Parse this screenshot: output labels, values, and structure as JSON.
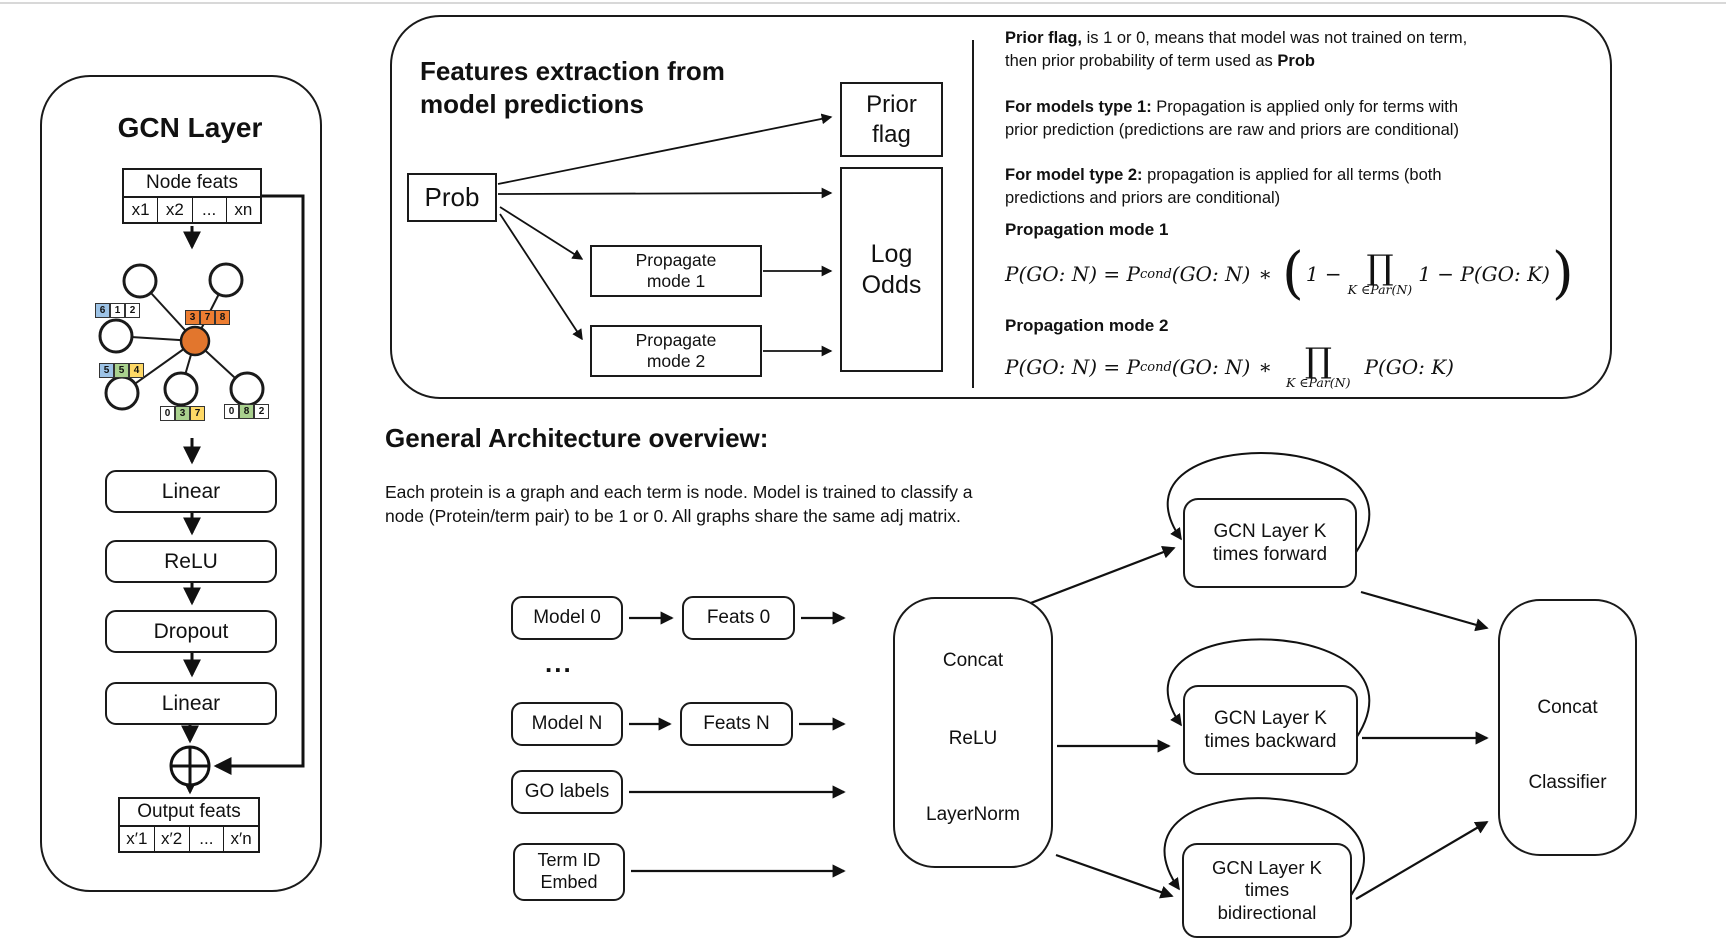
{
  "colors": {
    "blue": "#9DC3E6",
    "green": "#A9D18E",
    "yellow": "#FFD966",
    "orange": "#ED7D31",
    "white": "#FFFFFF"
  },
  "gcn": {
    "title": "GCN Layer",
    "node_feats": {
      "title": "Node feats",
      "cells": [
        "x1",
        "x2",
        "...",
        "xn"
      ]
    },
    "vectors": [
      [
        "6",
        "1",
        "2"
      ],
      [
        "3",
        "7",
        "8"
      ],
      [
        "5",
        "5",
        "4"
      ],
      [
        "0",
        "3",
        "7"
      ],
      [
        "0",
        "8",
        "2"
      ]
    ],
    "blocks": [
      "Linear",
      "ReLU",
      "Dropout",
      "Linear"
    ],
    "output_feats": {
      "title": "Output feats",
      "cells": [
        "x′1",
        "x′2",
        "...",
        "x′n"
      ]
    }
  },
  "features_panel": {
    "title_l1": "Features extraction from",
    "title_l2": "model predictions",
    "prob": "Prob",
    "prior_flag_l1": "Prior",
    "prior_flag_l2": "flag",
    "log_odds_l1": "Log",
    "log_odds_l2": "Odds",
    "pm1_l1": "Propagate",
    "pm1_l2": "mode 1",
    "pm2_l1": "Propagate",
    "pm2_l2": "mode 2"
  },
  "notes": {
    "n1_b": "Prior flag,",
    "n1": " is 1 or 0, means that model was not trained on term,",
    "n2a": "then prior probability of term used as ",
    "n2_b": "Prob",
    "n3_b": "For models type 1:",
    "n3": " Propagation is applied only for terms with",
    "n4": "prior prediction (predictions are raw and priors are conditional)",
    "n5_b": "For model type 2:",
    "n5": " propagation is applied for all terms (both",
    "n6": "predictions and priors are conditional)",
    "mode1_title": "Propagation mode 1",
    "mode2_title": "Propagation mode 2"
  },
  "formulas": {
    "m1": {
      "lhs": "P(GO: N) = P",
      "sub": "cond",
      "mid": "(GO: N)",
      "star": "∗",
      "open": "(",
      "first": "1 −",
      "prod": "∏",
      "under": "K ∈Par(N)",
      "second": "1 − P(GO: K)",
      "close": ")"
    },
    "m2": {
      "lhs": "P(GO: N) = P",
      "sub": "cond",
      "mid": "(GO: N)",
      "star": "∗",
      "prod": "∏",
      "under": "K ∈Par(N)",
      "tail": "P(GO: K)"
    }
  },
  "architecture": {
    "title": "General Architecture overview:",
    "desc_l1": "Each protein is a graph and each term is node. Model is trained to classify a",
    "desc_l2": "node (Protein/term pair) to be 1 or 0. All graphs share the same adj matrix.",
    "model0": "Model 0",
    "feats0": "Feats 0",
    "dots": "...",
    "modelN": "Model N",
    "featsN": "Feats N",
    "go_labels": "GO labels",
    "term_id_l1": "Term ID",
    "term_id_l2": "Embed",
    "concat": "Concat",
    "relu": "ReLU",
    "layernorm": "LayerNorm",
    "gcn_fwd_l1": "GCN Layer K",
    "gcn_fwd_l2": "times forward",
    "gcn_bwd_l1": "GCN Layer K",
    "gcn_bwd_l2": "times backward",
    "gcn_bi_l1": "GCN Layer K",
    "gcn_bi_l2": "times",
    "gcn_bi_l3": "bidirectional",
    "cls_concat": "Concat",
    "cls_classifier": "Classifier"
  }
}
